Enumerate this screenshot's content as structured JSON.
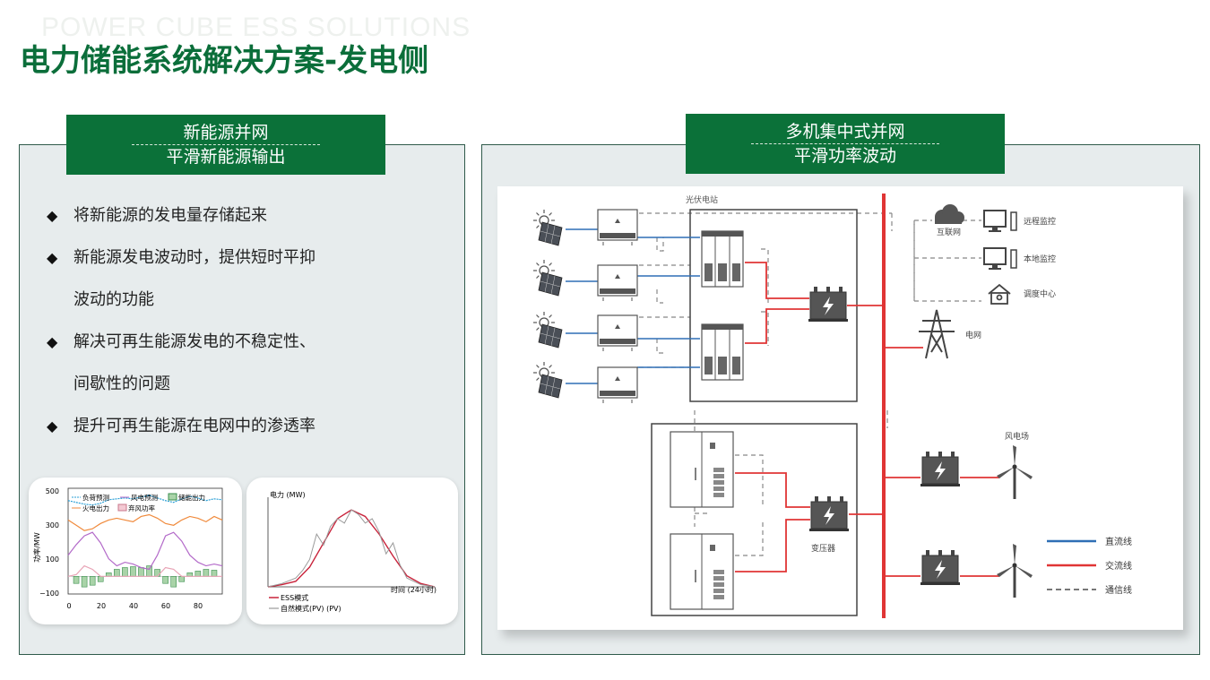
{
  "watermark": "POWER CUBE ESS SOLUTIONS",
  "title": "电力储能系统解决方案-发电侧",
  "left_tag": {
    "line1": "新能源并网",
    "line2": "平滑新能源输出"
  },
  "right_tag": {
    "line1": "多机集中式并网",
    "line2": "平滑功率波动"
  },
  "bullets": [
    {
      "text": "将新能源的发电量存储起来",
      "marker": "◆"
    },
    {
      "text": "新能源发电波动时，提供短时平抑",
      "marker": "◆"
    },
    {
      "text": "波动的功能",
      "marker": ""
    },
    {
      "text": "解决可再生能源发电的不稳定性、",
      "marker": "◆"
    },
    {
      "text": "间歇性的问题",
      "marker": ""
    },
    {
      "text": "提升可再生能源在电网中的渗透率",
      "marker": "◆"
    }
  ],
  "chart_data": [
    {
      "type": "line",
      "ylabel": "功率/MW",
      "ylim": [
        -100,
        500
      ],
      "xlim": [
        0,
        95
      ],
      "yticks": [
        "500",
        "300",
        "100",
        "−100"
      ],
      "xticks": [
        "0",
        "20",
        "40",
        "60",
        "80"
      ],
      "legend": [
        "负荷预测",
        "风电预测",
        "储能出力",
        "火电出力",
        "弃风功率"
      ],
      "series": [
        {
          "name": "负荷预测",
          "color": "#2a9fd6",
          "x": [
            0,
            5,
            10,
            15,
            20,
            25,
            30,
            35,
            40,
            45,
            50,
            55,
            60,
            65,
            70,
            75,
            80,
            85,
            90,
            95
          ],
          "values": [
            430,
            420,
            410,
            405,
            415,
            435,
            440,
            445,
            440,
            450,
            460,
            445,
            430,
            420,
            440,
            455,
            445,
            430,
            440,
            435
          ]
        },
        {
          "name": "火电出力",
          "color": "#f08a3c",
          "x": [
            0,
            5,
            10,
            15,
            20,
            25,
            30,
            35,
            40,
            45,
            50,
            55,
            60,
            65,
            70,
            75,
            80,
            85,
            90,
            95
          ],
          "values": [
            320,
            290,
            260,
            270,
            300,
            320,
            330,
            320,
            310,
            340,
            350,
            330,
            300,
            290,
            320,
            340,
            330,
            310,
            340,
            320
          ]
        },
        {
          "name": "风电预测",
          "color": "#b36ac9",
          "x": [
            0,
            5,
            10,
            15,
            20,
            25,
            30,
            35,
            40,
            45,
            50,
            55,
            60,
            65,
            70,
            75,
            80,
            85,
            90,
            95
          ],
          "values": [
            120,
            180,
            230,
            250,
            190,
            100,
            60,
            80,
            70,
            50,
            40,
            120,
            230,
            250,
            200,
            120,
            80,
            60,
            70,
            60
          ]
        },
        {
          "name": "弃风功率",
          "color": "#e8a3b5",
          "x": [
            0,
            5,
            10,
            15,
            20,
            25,
            30,
            35,
            40,
            45,
            50,
            55,
            60,
            65,
            70,
            75,
            80,
            85,
            90,
            95
          ],
          "values": [
            0,
            10,
            60,
            40,
            0,
            0,
            0,
            0,
            0,
            0,
            0,
            0,
            50,
            40,
            0,
            0,
            0,
            0,
            0,
            0
          ]
        },
        {
          "name": "储能出力",
          "color": "#3a8f4e",
          "type": "bar",
          "x": [
            5,
            10,
            15,
            20,
            25,
            30,
            35,
            40,
            45,
            50,
            55,
            60,
            65,
            70,
            75,
            80,
            85,
            90
          ],
          "values": [
            -40,
            -60,
            -50,
            -30,
            20,
            40,
            50,
            55,
            50,
            60,
            40,
            -40,
            -60,
            -30,
            20,
            30,
            40,
            35
          ]
        }
      ]
    },
    {
      "type": "line",
      "ylabel": "电力\n(MW)",
      "xlabel": "时间\n(24小时)",
      "legend": [
        "ESS模式",
        "自然模式(PV) (PV)"
      ],
      "series": [
        {
          "name": "ESS模式",
          "color": "#c8223a",
          "x": [
            0,
            2,
            4,
            6,
            8,
            10,
            12,
            14,
            16,
            18,
            20,
            22,
            24
          ],
          "values": [
            0,
            2,
            5,
            18,
            40,
            62,
            70,
            64,
            48,
            28,
            10,
            3,
            0
          ]
        },
        {
          "name": "自然模式(PV) (PV)",
          "color": "#9a9a9a",
          "x": [
            0,
            2,
            4,
            5,
            6,
            7,
            8,
            9,
            10,
            11,
            12,
            13,
            14,
            15,
            16,
            17,
            18,
            19,
            20,
            22,
            24
          ],
          "values": [
            0,
            3,
            8,
            15,
            25,
            48,
            38,
            55,
            62,
            58,
            70,
            66,
            58,
            62,
            50,
            30,
            40,
            20,
            8,
            2,
            0
          ]
        }
      ]
    }
  ],
  "diagram": {
    "pv_station": "光伏电站",
    "internet": "互联网",
    "remote": "远程监控",
    "local": "本地监控",
    "dispatch": "调度中心",
    "grid": "电网",
    "transformer": "变压器",
    "wind_farm": "风电场",
    "legend": [
      {
        "label": "直流线",
        "color": "#2f6fb5"
      },
      {
        "label": "交流线",
        "color": "#e03535"
      },
      {
        "label": "通信线",
        "color": "#777777"
      }
    ]
  }
}
